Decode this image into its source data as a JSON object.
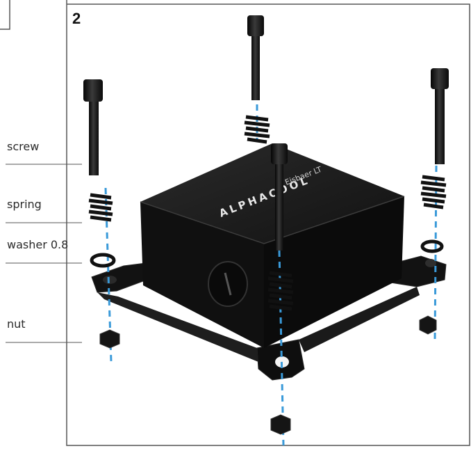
{
  "step_number": "2",
  "labels": {
    "screw": "screw",
    "spring": "spring",
    "washer": "washer 0.8",
    "nut": "nut"
  },
  "block": {
    "brand": "ALPHACOOL",
    "model": "Eisbaer LT"
  },
  "colors": {
    "axis_dash": "#3a9ad9",
    "hardware": "#141414",
    "block_top": "#1c1c1c",
    "block_side": "#0d0d0d",
    "frame": "#555555",
    "label_line": "#555555"
  }
}
